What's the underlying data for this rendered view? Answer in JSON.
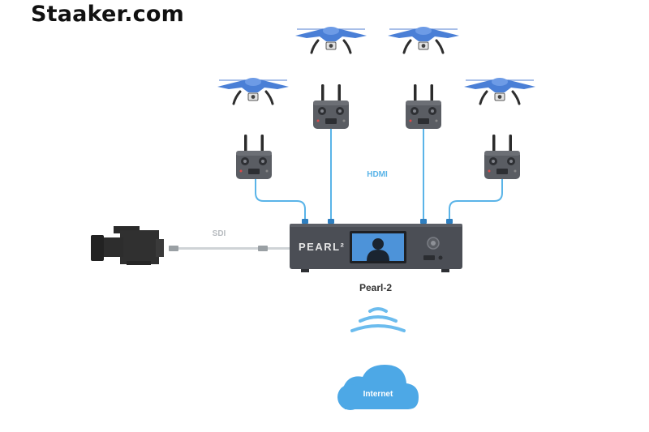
{
  "watermark": "Staaker.com",
  "labels": {
    "hdmi": "HDMI",
    "sdi": "SDI",
    "device": "Pearl-2",
    "cloud": "Internet",
    "device_logo": "PEARL²"
  },
  "colors": {
    "cable": "#5ab4e8",
    "drone": "#4a7fd6",
    "device": "#4b4e55",
    "cloud": "#4da8e6",
    "wifi": "#6cbcee",
    "sdi_cable": "#cfd3d6"
  },
  "icons": [
    "drone-icon",
    "remote-controller-icon",
    "video-camera-icon",
    "wifi-icon",
    "cloud-icon",
    "pearl-device-icon"
  ]
}
